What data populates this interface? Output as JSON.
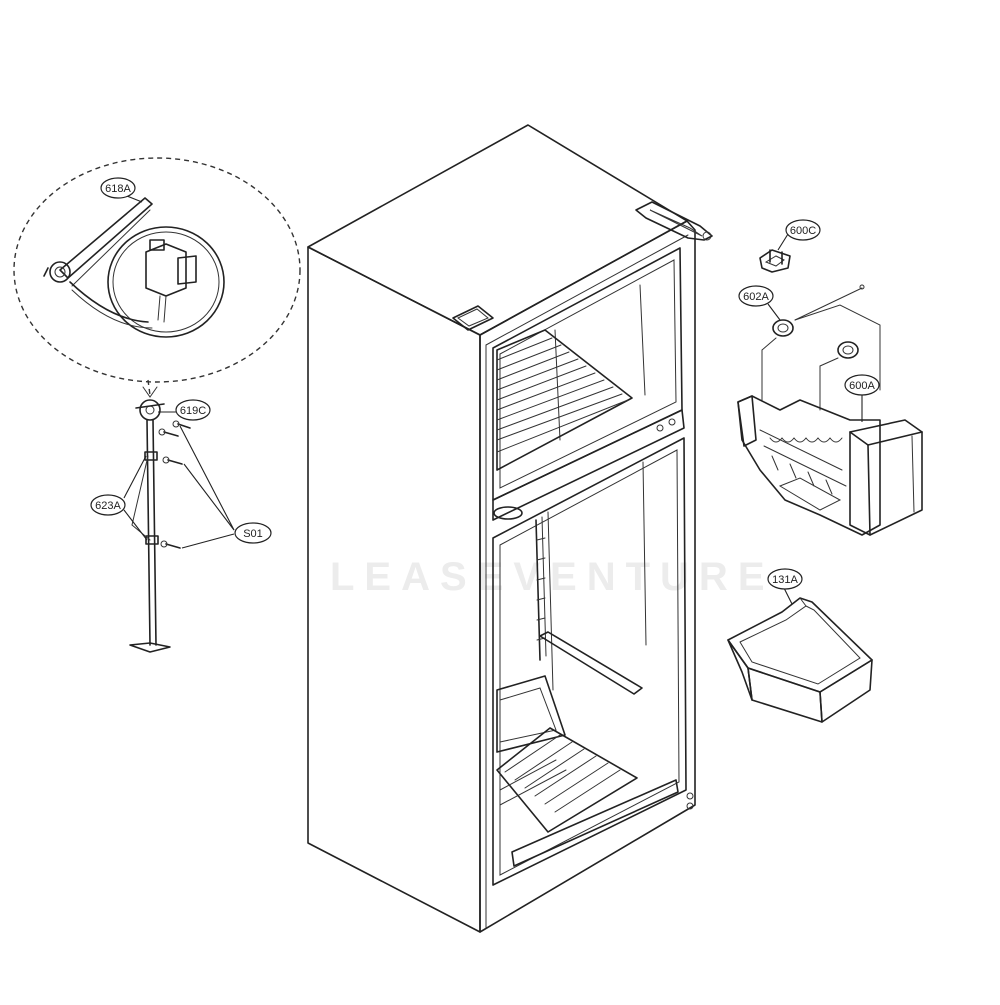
{
  "watermark": "LEASEVENTURE",
  "callouts": {
    "p618A": "618A",
    "p619C": "619C",
    "p623A": "623A",
    "pS01": "S01",
    "p600C": "600C",
    "p602A": "602A",
    "p600A": "600A",
    "p131A": "131A"
  },
  "colors": {
    "line": "#222222",
    "background": "#ffffff"
  }
}
